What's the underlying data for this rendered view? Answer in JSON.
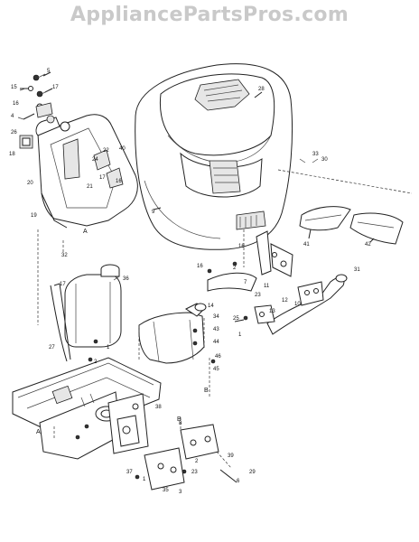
{
  "watermark": "AppliancePartsPros.com",
  "callouts": {
    "c1a": "1",
    "c2a": "2",
    "c3": "3",
    "c4": "4",
    "c5": "5",
    "c6": "6",
    "c7": "7",
    "c8": "8",
    "c9": "9",
    "c10": "10",
    "c11": "11",
    "c12": "12",
    "c13": "13",
    "c14": "14",
    "c15": "15",
    "c16a": "16",
    "c16b": "16",
    "c16c": "16",
    "c16d": "16",
    "c17a": "17",
    "c17b": "17",
    "c18": "18",
    "c19": "19",
    "c20": "20",
    "c21": "21",
    "c22": "22",
    "c23a": "23",
    "c23b": "23",
    "c24": "24",
    "c25": "25",
    "c26": "26",
    "c27": "27",
    "c28": "28",
    "c29": "29",
    "c30": "30",
    "c31": "31",
    "c32": "32",
    "c33": "33",
    "c34": "34",
    "c35": "35",
    "c36": "36",
    "c37": "37",
    "c38": "38",
    "c39": "39",
    "c40": "40",
    "c41": "41",
    "c42": "42",
    "c43": "43",
    "c44": "44",
    "c45": "45",
    "c46": "46",
    "c1b": "1",
    "c1c": "1",
    "c2b": "2",
    "c2c": "2"
  },
  "letters": {
    "A1": "A",
    "A2": "A",
    "B1": "B",
    "B2": "B"
  }
}
